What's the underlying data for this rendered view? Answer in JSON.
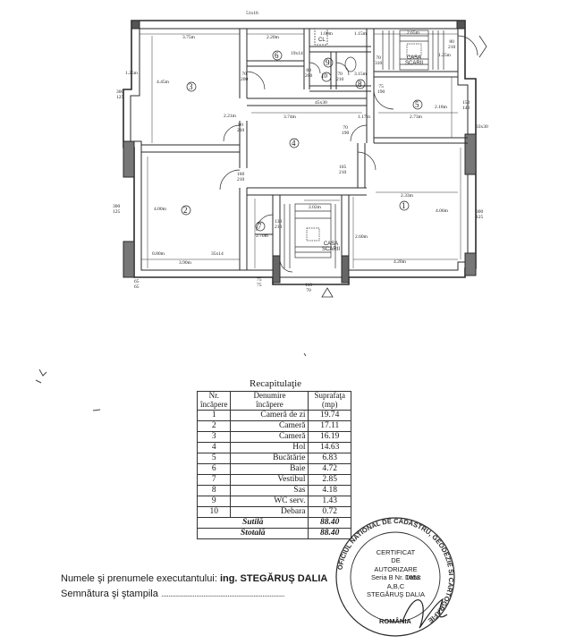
{
  "plan": {
    "overall_width": "51x16",
    "stair_label_top": "CASA\nSCARII",
    "stair_label_bottom": "CASA\nSCARII",
    "closet_label": "CL",
    "rooms": {
      "r1": "1",
      "r2": "2",
      "r3": "3",
      "r4": "4",
      "r5": "5",
      "r6": "6",
      "r7": "7",
      "r8": "8",
      "r9": "9",
      "r10": "10"
    },
    "dims": {
      "d_3_75": "3.75m",
      "d_2_20": "2.20m",
      "d_1_00": "1.00m",
      "d_1_15": "1.15m",
      "d_2_65_top": "2.65m",
      "d_19x14": "19x14",
      "d_1_25": "1.25m",
      "d_2_18_right": "2.18m",
      "d_1_15_vert": "1.15m",
      "d_4_45": "4.45m",
      "d_3_74": "3.74m",
      "d_45x30": "45x30",
      "d_1_17": "1.17m",
      "d_2_73": "2.73m",
      "d_2_18_room5": "2.18m",
      "d_3_15": "3.15m",
      "d_33x30": "33x30",
      "d_2_33": "2.33m",
      "d_4_00_left": "4.00m",
      "d_4_00_right": "4.06m",
      "d_2_02": "2.02m",
      "d_2_60": "2.60m",
      "d_0_80": "0.80m",
      "d_3_90": "3.90m",
      "d_35x14": "35x14",
      "d_4_20": "4.20m",
      "d_2_21": "2.21m",
      "d_2_70": "2.70m",
      "d_1_10": "1.10m"
    },
    "doors": {
      "d70_200": "70\n200",
      "d80_200": "80\n200",
      "d70_210a": "70\n210",
      "d70_310": "70\n310",
      "d80_210": "80\n210",
      "d75_190": "75\n190",
      "d90_210": "90\n210",
      "d70_190": "70\n190",
      "d150_140": "150\n140",
      "d165_210": "165\n210",
      "d160_210": "160\n210",
      "d130_210": "130\n210",
      "d300_125_left": "300\n125",
      "d300_125_left2": "300\n125",
      "d300_125_right": "300\n125",
      "d110_70": "110\n70",
      "d75_75": "75\n75",
      "d65_65": "65\n65"
    }
  },
  "recap": {
    "title": "Recapitulaţie",
    "headers": {
      "nr": "Nr.\nîncăpere",
      "name": "Denumire\nîncăpere",
      "area": "Suprafaţa\n(mp)"
    },
    "rows": [
      {
        "nr": "1",
        "name": "Cameră de zi",
        "area": "19.74"
      },
      {
        "nr": "2",
        "name": "Cameră",
        "area": "17.11"
      },
      {
        "nr": "3",
        "name": "Cameră",
        "area": "16.19"
      },
      {
        "nr": "4",
        "name": "Hol",
        "area": "14.63"
      },
      {
        "nr": "5",
        "name": "Bucătărie",
        "area": "6.83"
      },
      {
        "nr": "6",
        "name": "Baie",
        "area": "4.72"
      },
      {
        "nr": "7",
        "name": "Vestibul",
        "area": "2.85"
      },
      {
        "nr": "8",
        "name": "Sas",
        "area": "4.18"
      },
      {
        "nr": "9",
        "name": "WC serv.",
        "area": "1.43"
      },
      {
        "nr": "10",
        "name": "Debara",
        "area": "0.72"
      }
    ],
    "sutila": {
      "label": "Sutilă",
      "value": "88.40"
    },
    "stotala": {
      "label": "Stotală",
      "value": "88.40"
    }
  },
  "footer": {
    "executant_label": "Numele şi prenumele executantului:",
    "executant_name": "ing. STEGĂRUŞ DALIA",
    "semnatura_label": "Semnătura şi ştampila",
    "dots": "..................................................................."
  },
  "stamp": {
    "ring_text": "OFICIUL NATIONAL DE CADASTRU, GEODEZIE SI CARTOGRAFIE",
    "country": "ROMÂNIA",
    "line1": "CERTIFICAT",
    "line2": "DE",
    "line3": "AUTORIZARE",
    "line4": "Seria B Nr. 1653",
    "line5": "A,B,C",
    "line6": "STEGĂRUŞ DALIA",
    "data_label": "Data:"
  }
}
